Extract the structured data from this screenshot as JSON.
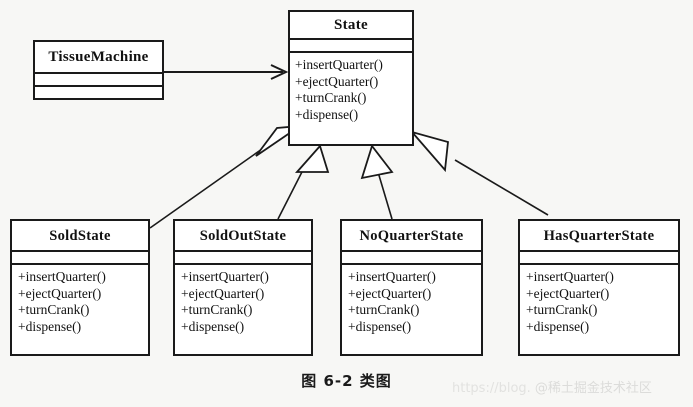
{
  "diagram": {
    "kind": "uml-class-diagram",
    "caption": "图 6-2   类图",
    "watermark": {
      "url": "https://blog.",
      "brand": "@稀土掘金技术社区"
    },
    "colors": {
      "background": "#f7f7f5",
      "box_fill": "#ffffff",
      "stroke": "#1a1a1a",
      "text": "#111111",
      "watermark": "#d8d8d6"
    }
  },
  "classes": {
    "context": {
      "name": "TissueMachine",
      "attributes": [],
      "methods": []
    },
    "state": {
      "name": "State",
      "attributes": [],
      "methods": [
        "+insertQuarter()",
        "+ejectQuarter()",
        "+turnCrank()",
        "+dispense()"
      ]
    },
    "subclasses": [
      {
        "name": "SoldState",
        "attributes": [],
        "methods": [
          "+insertQuarter()",
          "+ejectQuarter()",
          "+turnCrank()",
          "+dispense()"
        ]
      },
      {
        "name": "SoldOutState",
        "attributes": [],
        "methods": [
          "+insertQuarter()",
          "+ejectQuarter()",
          "+turnCrank()",
          "+dispense()"
        ]
      },
      {
        "name": "NoQuarterState",
        "attributes": [],
        "methods": [
          "+insertQuarter()",
          "+ejectQuarter()",
          "+turnCrank()",
          "+dispense()"
        ]
      },
      {
        "name": "HasQuarterState",
        "attributes": [],
        "methods": [
          "+insertQuarter()",
          "+ejectQuarter()",
          "+turnCrank()",
          "+dispense()"
        ]
      }
    ]
  },
  "relationships": [
    {
      "type": "association",
      "from": "TissueMachine",
      "to": "State",
      "label": ""
    },
    {
      "type": "generalization",
      "from": "SoldState",
      "to": "State",
      "label": ""
    },
    {
      "type": "generalization",
      "from": "SoldOutState",
      "to": "State",
      "label": ""
    },
    {
      "type": "generalization",
      "from": "NoQuarterState",
      "to": "State",
      "label": ""
    },
    {
      "type": "generalization",
      "from": "HasQuarterState",
      "to": "State",
      "label": ""
    }
  ]
}
